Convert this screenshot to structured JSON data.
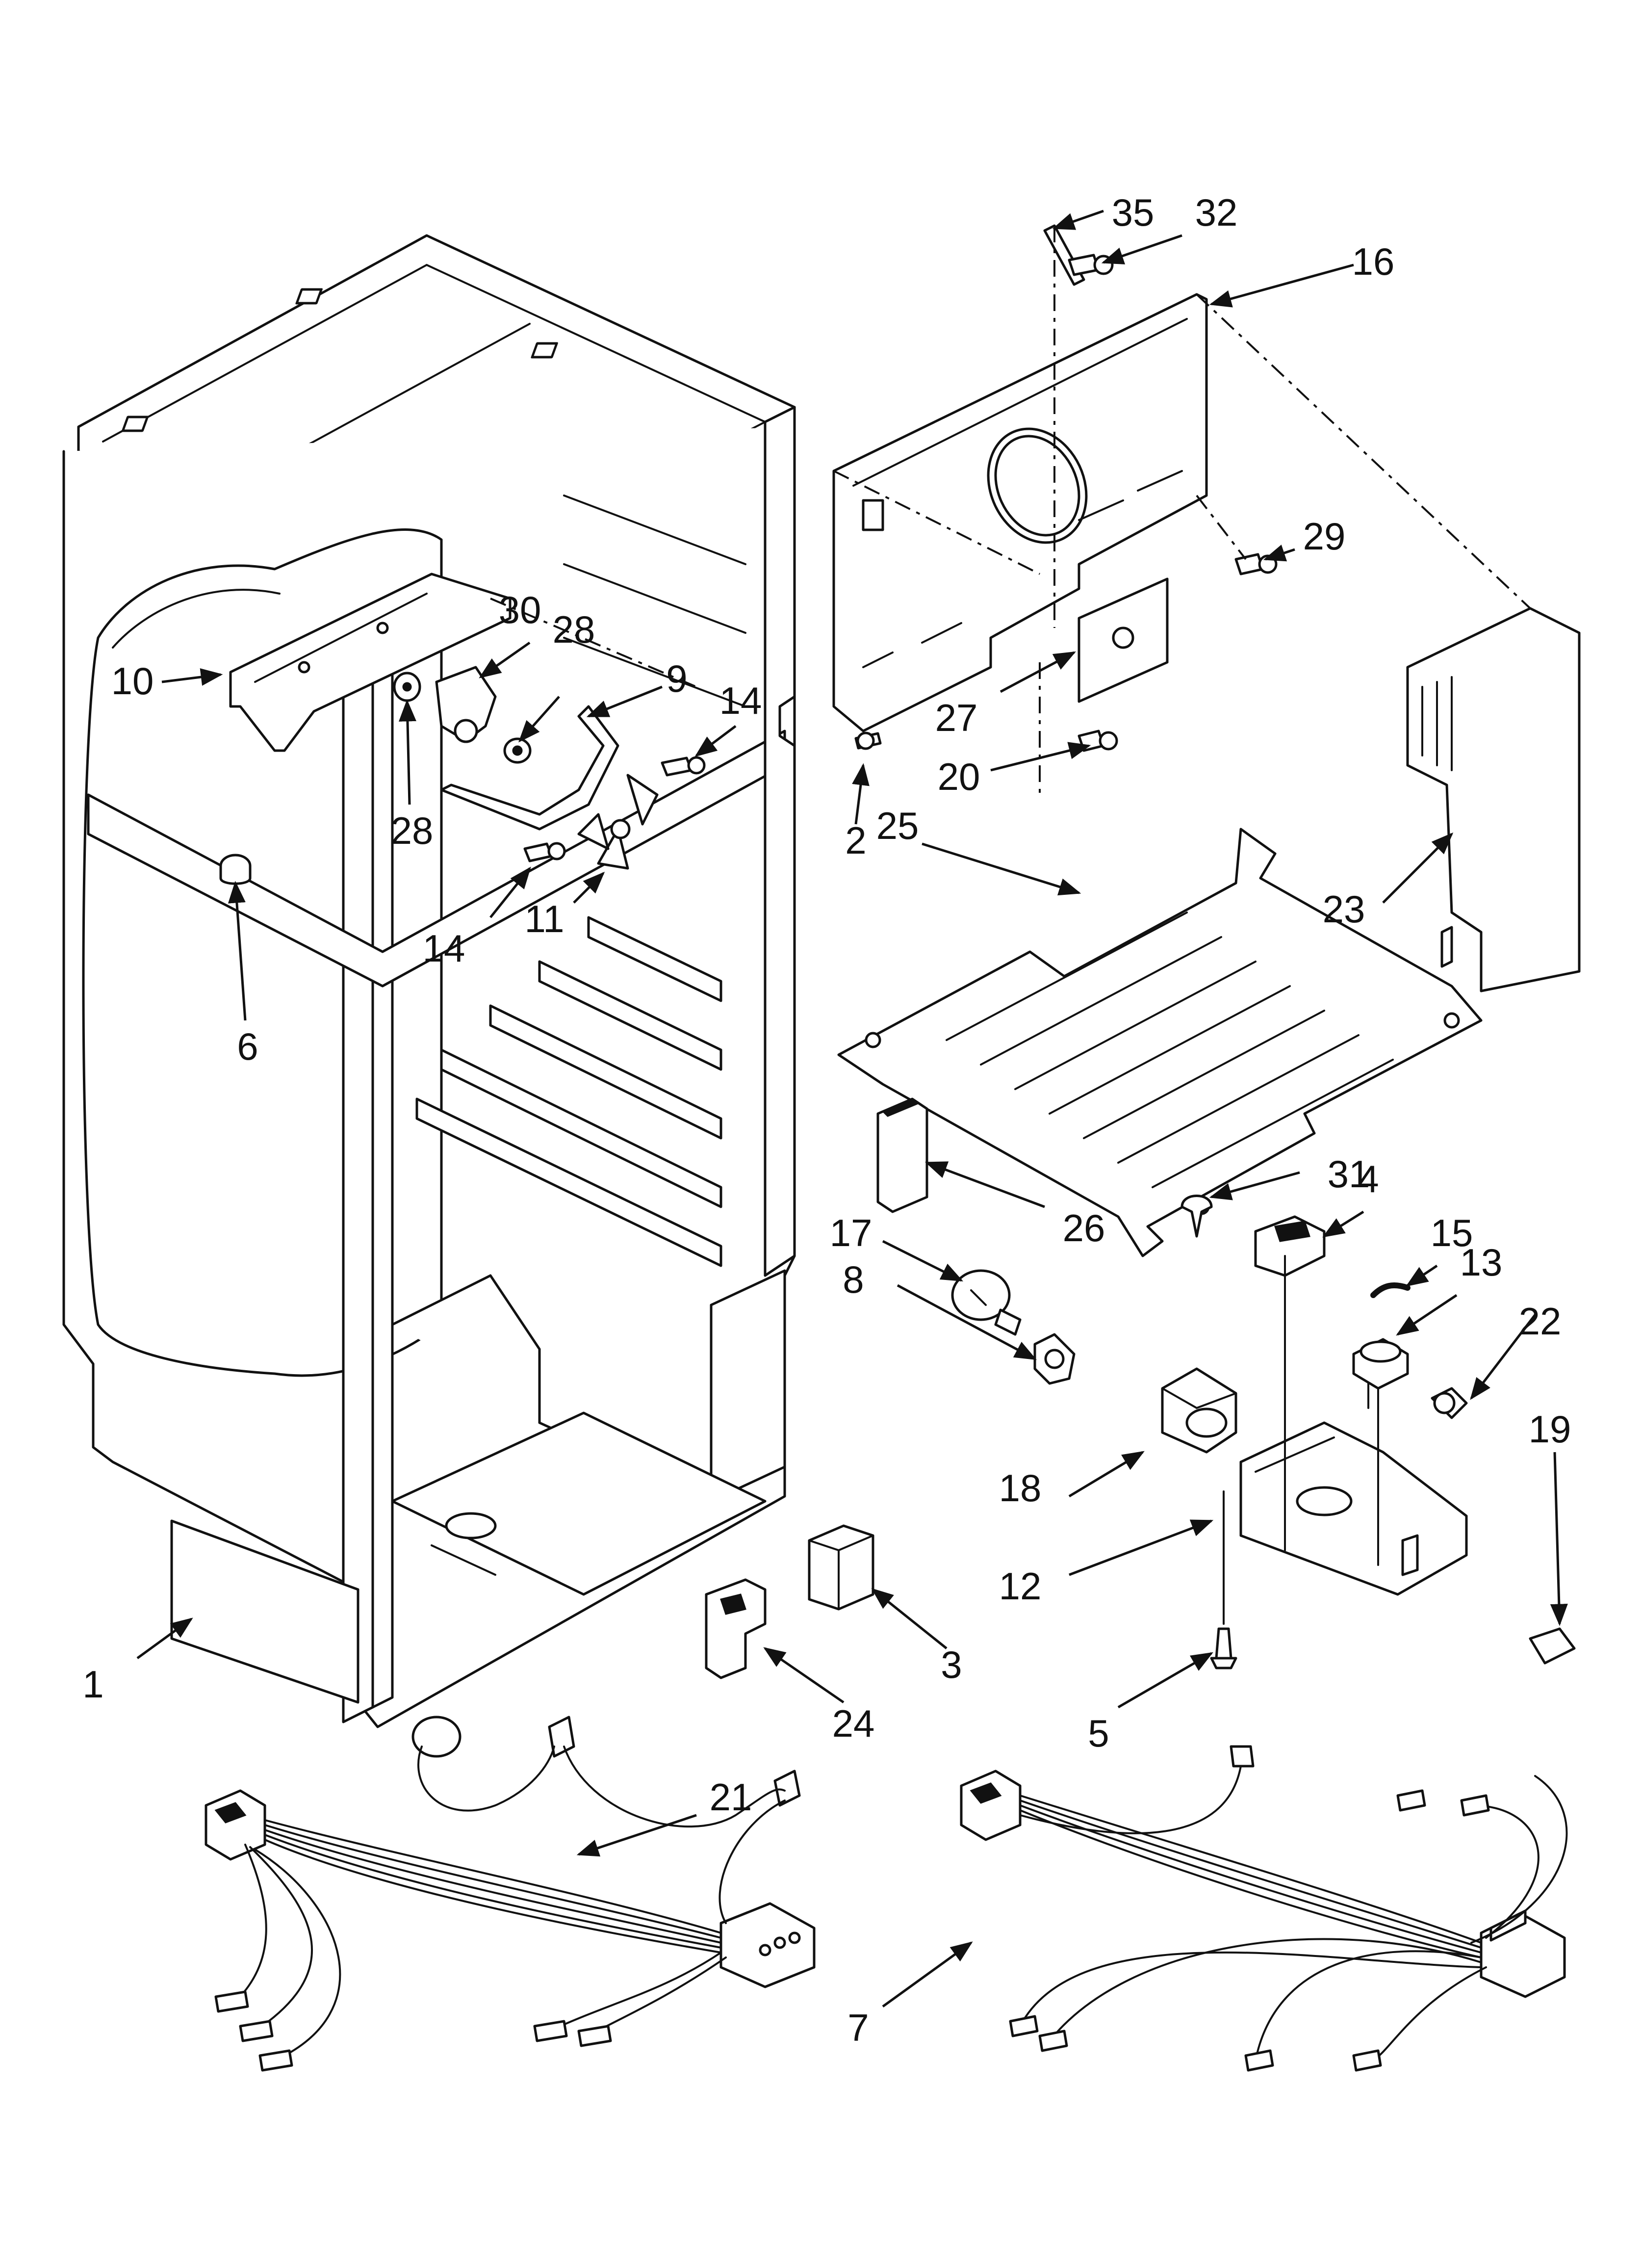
{
  "diagram": {
    "callouts": [
      "1",
      "2",
      "3",
      "4",
      "5",
      "6",
      "7",
      "8",
      "9",
      "10",
      "11",
      "12",
      "13",
      "14",
      "14",
      "15",
      "16",
      "17",
      "18",
      "19",
      "20",
      "21",
      "22",
      "23",
      "24",
      "25",
      "26",
      "27",
      "28",
      "28",
      "29",
      "30",
      "31",
      "32",
      "35"
    ]
  }
}
